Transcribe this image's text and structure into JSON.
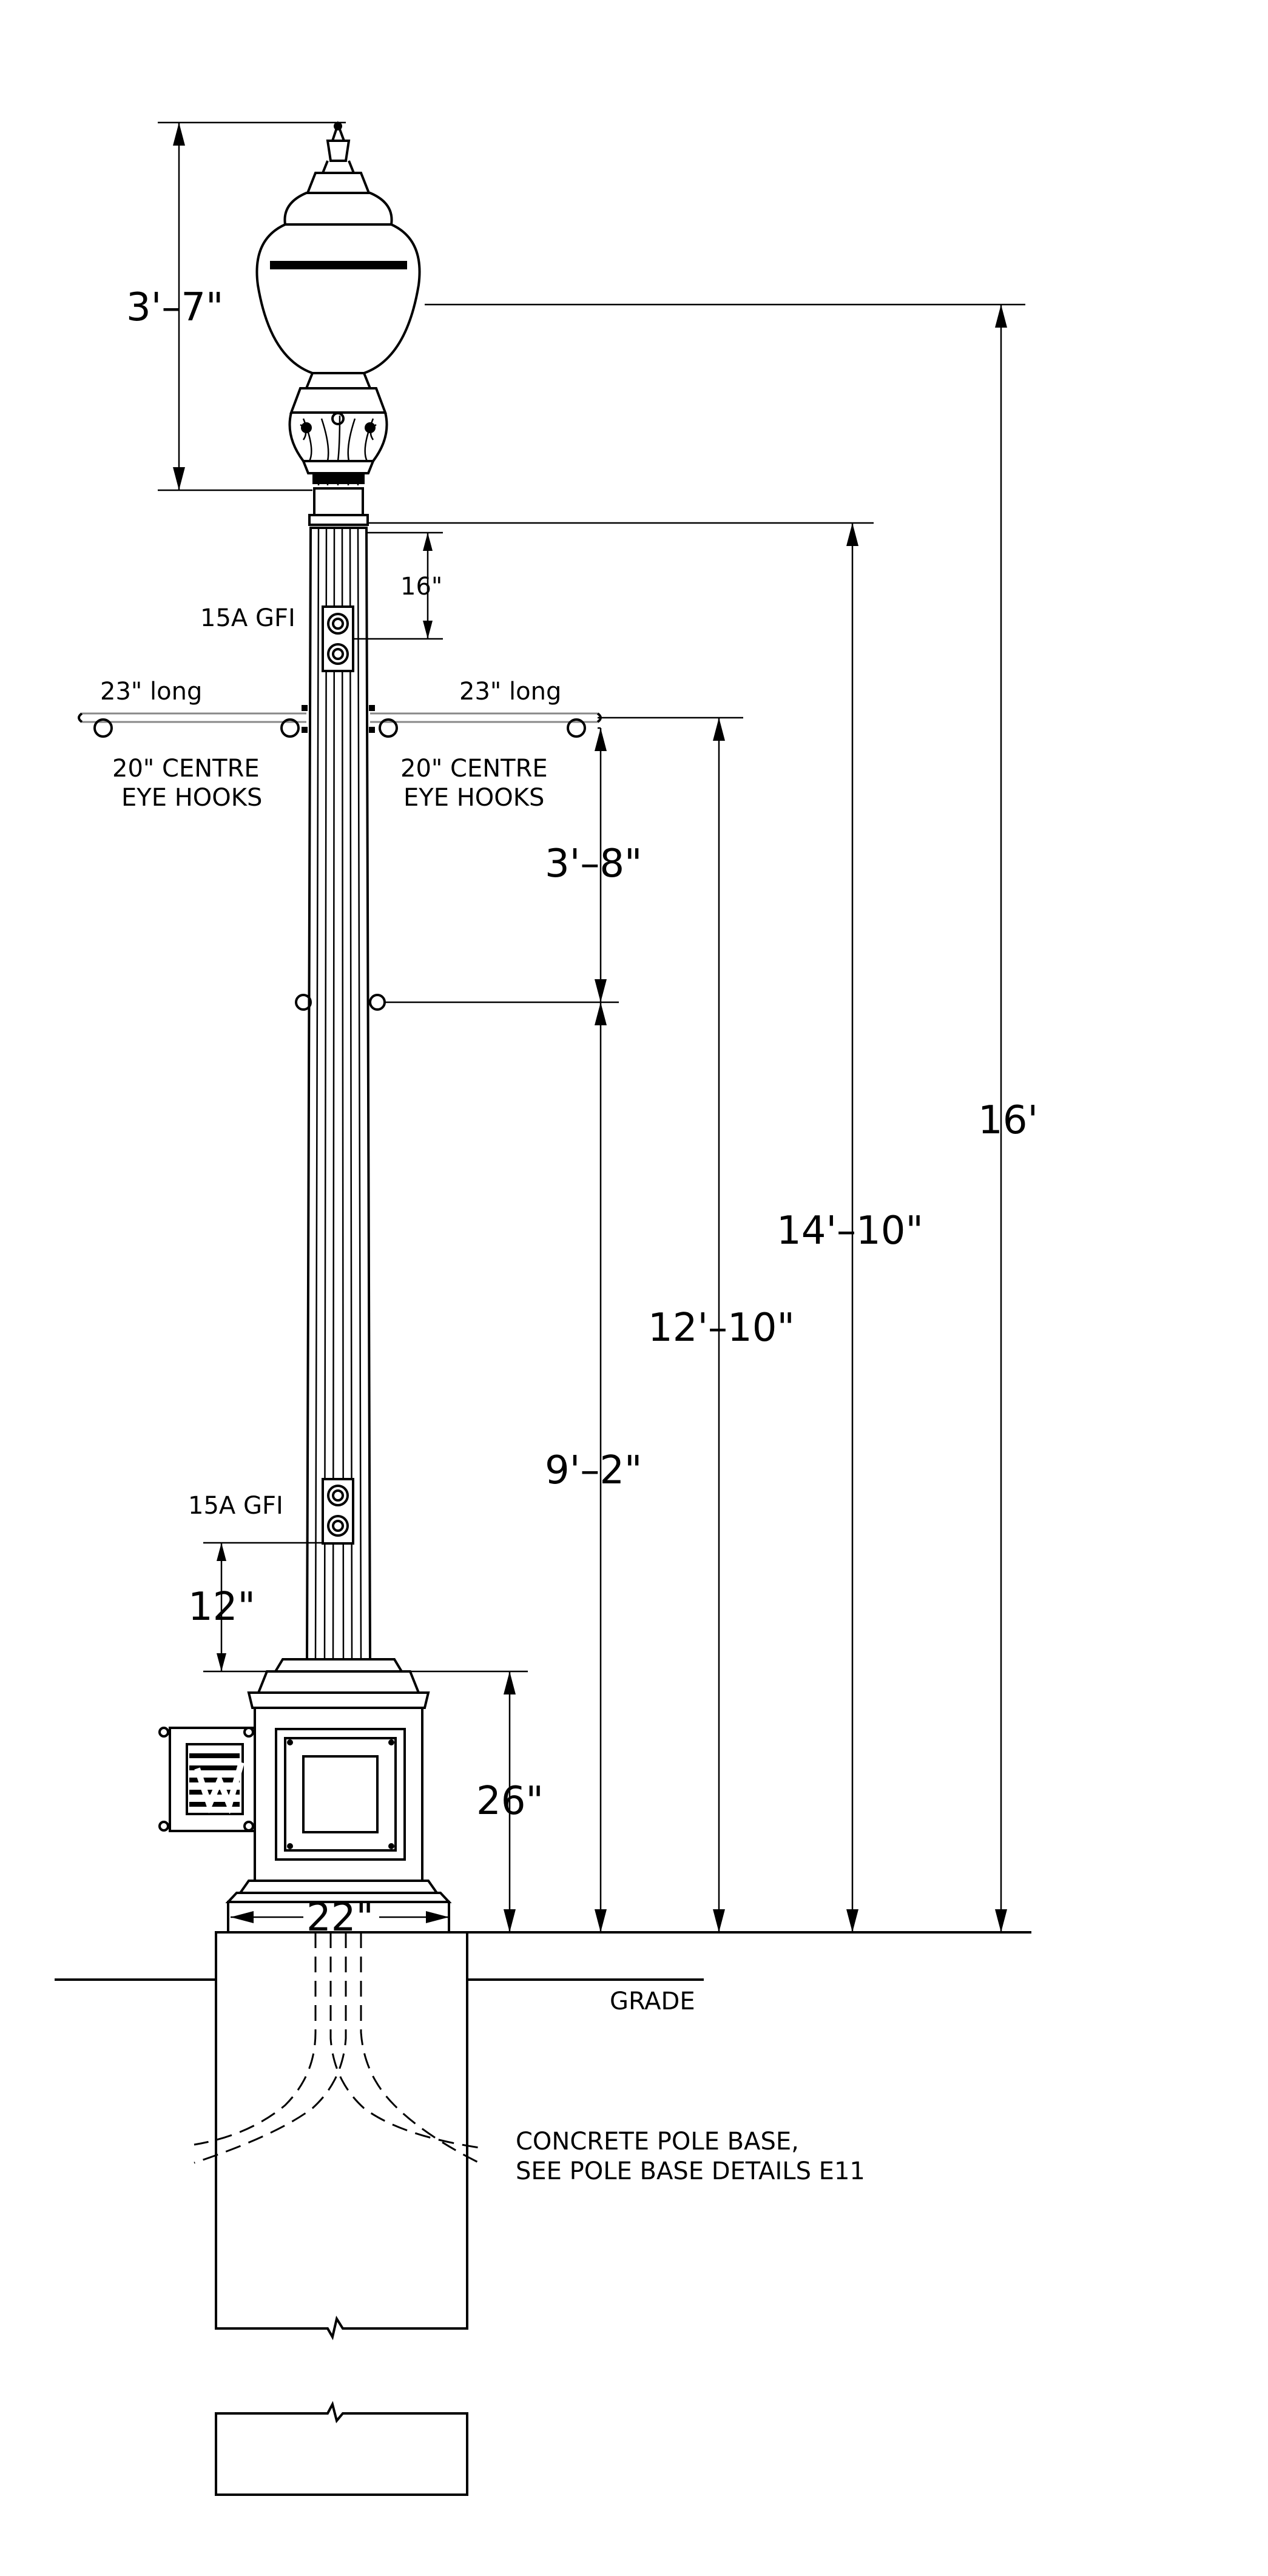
{
  "dimensions": {
    "luminaire_height": "3'–7\"",
    "gfi_offset_top": "16\"",
    "arm_left_length": "23\" long",
    "arm_right_length": "23\" long",
    "hook_spacing": "3'–8\"",
    "total_height": "16'",
    "pole_top_height": "14'–10\"",
    "arm_height": "12'–10\"",
    "lower_hook_height": "9'–2\"",
    "gfi_offset_bottom": "12\"",
    "base_height": "26\"",
    "base_width": "22\""
  },
  "labels": {
    "gfi_upper": "15A  GFI",
    "gfi_lower": "15A  GFI",
    "eye_hooks_left_line1": "20\" CENTRE",
    "eye_hooks_left_line2": "EYE HOOKS",
    "eye_hooks_right_line1": "20\" CENTRE",
    "eye_hooks_right_line2": "EYE HOOKS",
    "grade": "GRADE",
    "concrete_line1": "CONCRETE POLE BASE,",
    "concrete_line2": "SEE POLE BASE DETAILS E11"
  }
}
